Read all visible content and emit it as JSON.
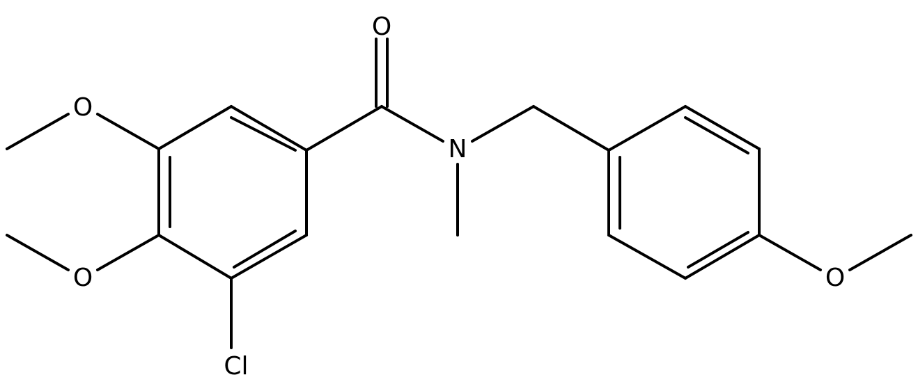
{
  "diagram": {
    "type": "chemical-structure",
    "atom_labels": {
      "carbonyl_oxygen": "O",
      "amide_nitrogen": "N",
      "chlorine": "Cl",
      "methoxy_oxygen_upper_left": "O",
      "methoxy_oxygen_lower_left": "O",
      "methoxy_oxygen_right": "O"
    },
    "colors": {
      "bond": "#000000",
      "label": "#000000",
      "background": "#ffffff"
    }
  }
}
